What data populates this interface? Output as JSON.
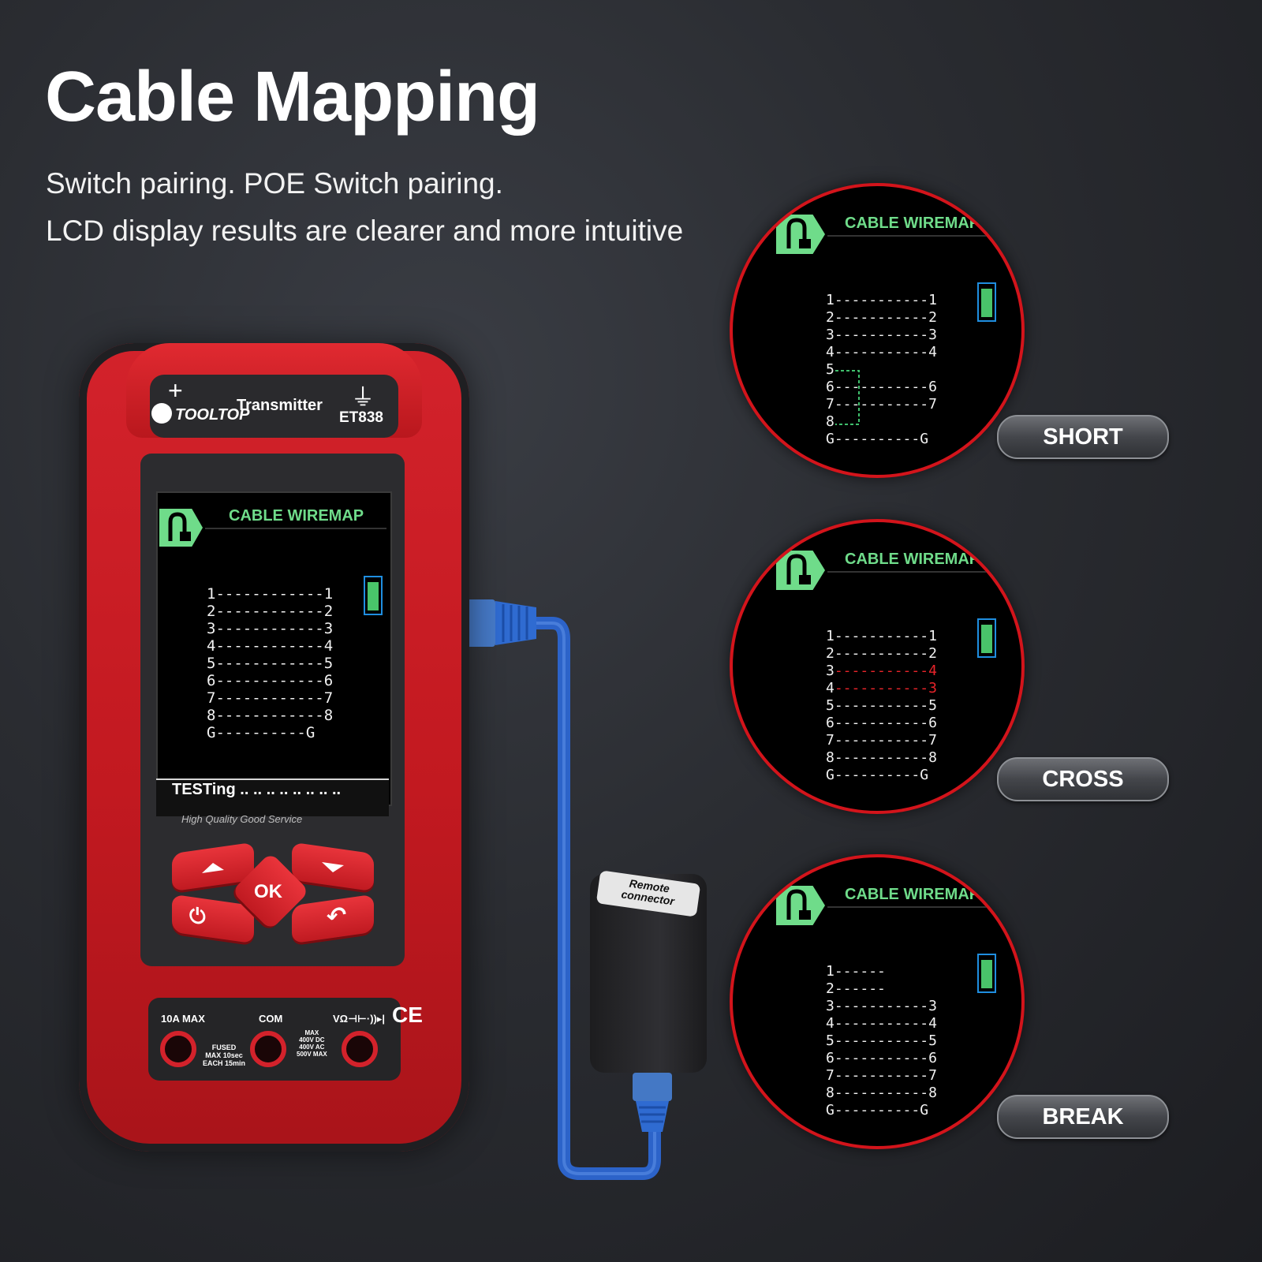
{
  "heading": {
    "title": "Cable Mapping",
    "line1": "Switch pairing. POE Switch pairing.",
    "line2": "LCD display results are clearer and more intuitive"
  },
  "device": {
    "plus": "+",
    "ground": "⏚",
    "brand": "TOOLTOP",
    "type": "Transmitter",
    "model": "ET838",
    "screen_title": "CABLE WIREMAP",
    "rows": [
      "1------------1",
      "2------------2",
      "3------------3",
      "4------------4",
      "5------------5",
      "6------------6",
      "7------------7",
      "8------------8",
      "G----------G"
    ],
    "status": "TESTing .. .. .. .. .. .. .. ..",
    "tagline": "High Quality  Good Service",
    "ok": "OK",
    "power": "⏻",
    "back": "↶",
    "port_10a": "10A MAX",
    "port_com": "COM",
    "port_v": "VΩ⊣⊢·))▸|",
    "fused": "FUSED\nMAX 10sec\nEACH 15min",
    "max": "MAX\n400V DC\n400V AC\n500V MAX",
    "ce": "CE"
  },
  "remote": {
    "label": "Remote\nconnector"
  },
  "panels": [
    {
      "title": "CABLE WIREMAP",
      "label": "SHORT",
      "rows": [
        {
          "l": "1",
          "dash": "-----------",
          "r": "1"
        },
        {
          "l": "2",
          "dash": "-----------",
          "r": "2"
        },
        {
          "l": "3",
          "dash": "-----------",
          "r": "3"
        },
        {
          "l": "4",
          "dash": "-----------",
          "r": "4"
        },
        {
          "l": "5",
          "dash": "",
          "r": ""
        },
        {
          "l": "6",
          "dash": "-----------",
          "r": "6"
        },
        {
          "l": "7",
          "dash": "-----------",
          "r": "7"
        },
        {
          "l": "8",
          "dash": "",
          "r": ""
        },
        {
          "l": "G",
          "dash": "----------",
          "r": "G"
        }
      ]
    },
    {
      "title": "CABLE WIREMAP",
      "label": "CROSS",
      "rows": [
        {
          "l": "1",
          "dash": "-----------",
          "r": "1"
        },
        {
          "l": "2",
          "dash": "-----------",
          "r": "2"
        },
        {
          "l": "3",
          "dash": "-----------",
          "r": "4",
          "bad": true
        },
        {
          "l": "4",
          "dash": "-----------",
          "r": "3",
          "bad": true
        },
        {
          "l": "5",
          "dash": "-----------",
          "r": "5"
        },
        {
          "l": "6",
          "dash": "-----------",
          "r": "6"
        },
        {
          "l": "7",
          "dash": "-----------",
          "r": "7"
        },
        {
          "l": "8",
          "dash": "-----------",
          "r": "8"
        },
        {
          "l": "G",
          "dash": "----------",
          "r": "G"
        }
      ]
    },
    {
      "title": "CABLE WIREMAP",
      "label": "BREAK",
      "rows": [
        {
          "l": "1",
          "dash": "------",
          "r": ""
        },
        {
          "l": "2",
          "dash": "------",
          "r": ""
        },
        {
          "l": "3",
          "dash": "-----------",
          "r": "3"
        },
        {
          "l": "4",
          "dash": "-----------",
          "r": "4"
        },
        {
          "l": "5",
          "dash": "-----------",
          "r": "5"
        },
        {
          "l": "6",
          "dash": "-----------",
          "r": "6"
        },
        {
          "l": "7",
          "dash": "-----------",
          "r": "7"
        },
        {
          "l": "8",
          "dash": "-----------",
          "r": "8"
        },
        {
          "l": "G",
          "dash": "----------",
          "r": "G"
        }
      ]
    }
  ],
  "colors": {
    "accent": "#d3222b",
    "lcd_green": "#6fdc8a",
    "fault_red": "#e8242a",
    "cable_blue": "#2c63c9"
  },
  "icons": [
    "rj45-cable-icon",
    "battery-icon",
    "up-arrow-icon",
    "down-arrow-icon",
    "power-icon",
    "back-arrow-icon"
  ]
}
